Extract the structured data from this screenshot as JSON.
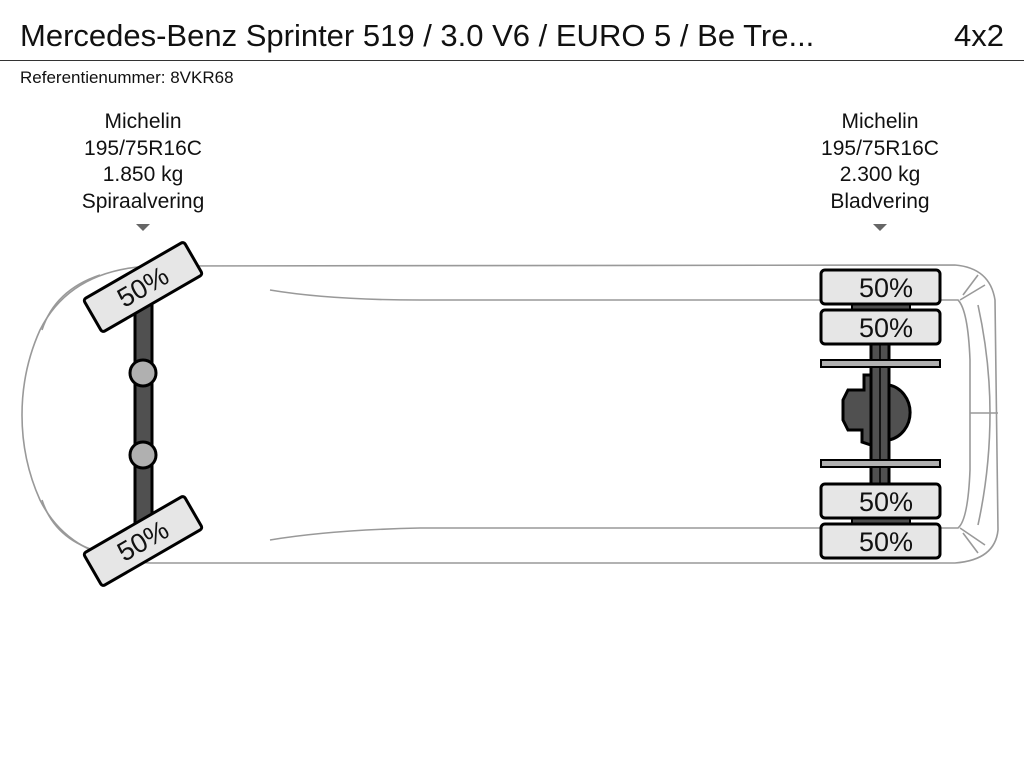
{
  "header": {
    "title": "Mercedes-Benz Sprinter 519 / 3.0 V6 / EURO 5 / Be Tre...",
    "axle_config": "4x2"
  },
  "reference": "Referentienummer: 8VKR68",
  "axles": [
    {
      "brand": "Michelin",
      "tire_size": "195/75R16C",
      "load": "1.850 kg",
      "suspension": "Spiraalvering",
      "tires": [
        "50%",
        "50%"
      ]
    },
    {
      "brand": "Michelin",
      "tire_size": "195/75R16C",
      "load": "2.300 kg",
      "suspension": "Bladvering",
      "tires": [
        "50%",
        "50%",
        "50%",
        "50%"
      ]
    }
  ],
  "colors": {
    "tire_fill": "#e6e6e6",
    "axle": "#505050",
    "joint": "#b0b0b0",
    "body_outline": "#999999"
  }
}
